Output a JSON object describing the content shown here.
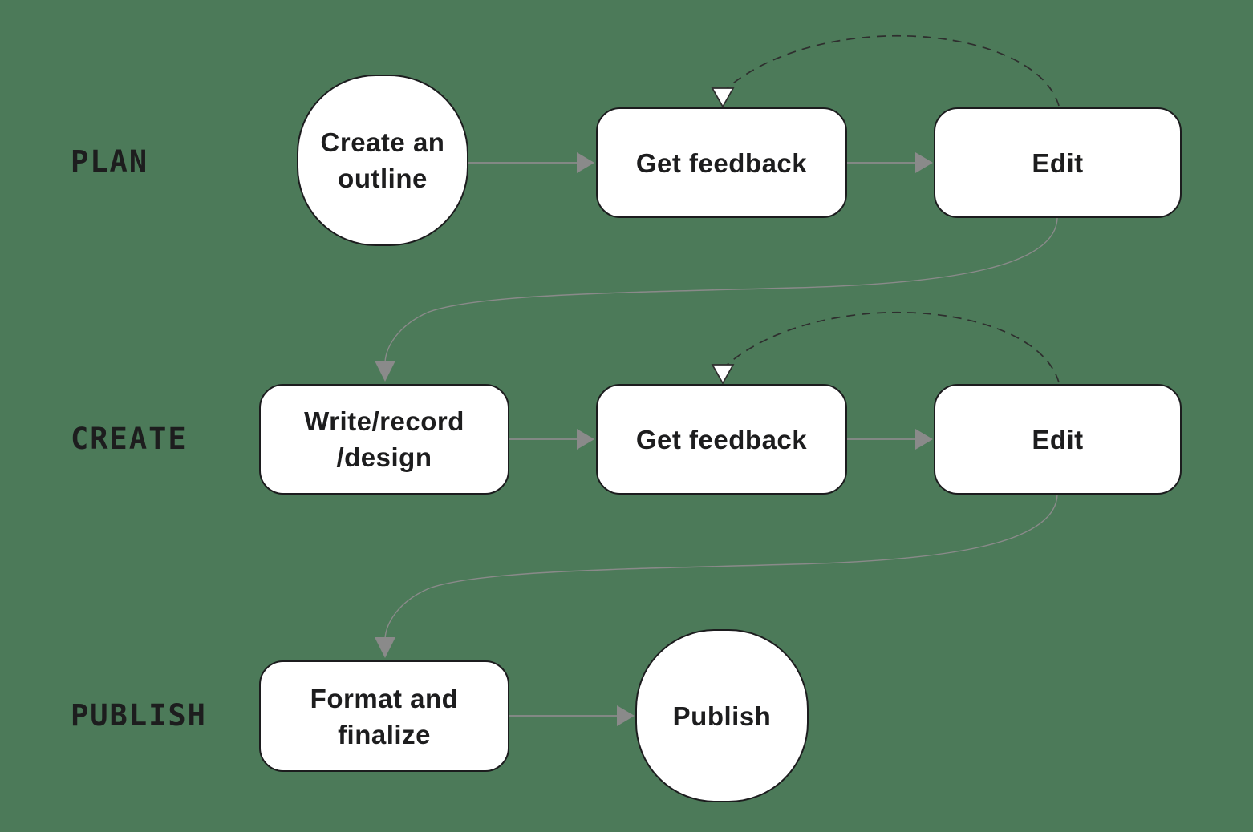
{
  "colors": {
    "background": "#4c7a59",
    "node_fill": "#ffffff",
    "node_border": "#1c1c1e",
    "text": "#1d1d1e",
    "connector": "#8a8a8a",
    "dashed": "#2e2e2e",
    "loop_arrowhead_fill": "#ffffff"
  },
  "rows": [
    {
      "label": "PLAN"
    },
    {
      "label": "CREATE"
    },
    {
      "label": "PUBLISH"
    }
  ],
  "nodes": {
    "create_outline": {
      "type": "circle",
      "line1": "Create an",
      "line2": "outline"
    },
    "get_feedback_plan": {
      "type": "rounded-rect",
      "label": "Get feedback"
    },
    "edit_plan": {
      "type": "rounded-rect",
      "label": "Edit"
    },
    "write_record_design": {
      "type": "rounded-rect",
      "line1": "Write/record",
      "line2": "/design"
    },
    "get_feedback_create": {
      "type": "rounded-rect",
      "label": "Get feedback"
    },
    "edit_create": {
      "type": "rounded-rect",
      "label": "Edit"
    },
    "format_finalize": {
      "type": "rounded-rect",
      "line1": "Format and",
      "line2": "finalize"
    },
    "publish": {
      "type": "circle",
      "label": "Publish"
    }
  },
  "edges": [
    {
      "from": "create_outline",
      "to": "get_feedback_plan",
      "style": "solid-arrow"
    },
    {
      "from": "get_feedback_plan",
      "to": "edit_plan",
      "style": "solid-arrow"
    },
    {
      "from": "edit_plan",
      "to": "get_feedback_plan",
      "style": "dashed-loop-arrow"
    },
    {
      "from": "edit_plan",
      "to": "write_record_design",
      "style": "curved-arrow"
    },
    {
      "from": "write_record_design",
      "to": "get_feedback_create",
      "style": "solid-arrow"
    },
    {
      "from": "get_feedback_create",
      "to": "edit_create",
      "style": "solid-arrow"
    },
    {
      "from": "edit_create",
      "to": "get_feedback_create",
      "style": "dashed-loop-arrow"
    },
    {
      "from": "edit_create",
      "to": "format_finalize",
      "style": "curved-arrow"
    },
    {
      "from": "format_finalize",
      "to": "publish",
      "style": "solid-arrow"
    }
  ]
}
